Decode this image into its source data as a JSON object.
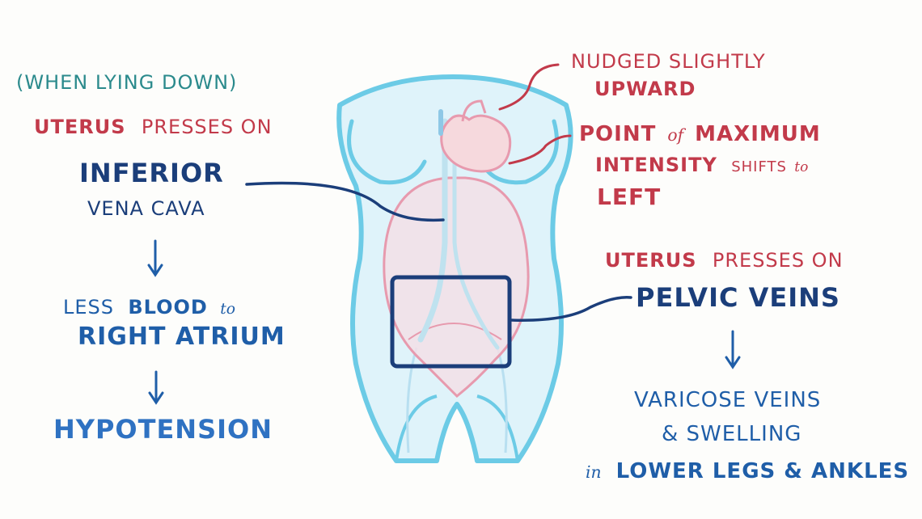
{
  "left": {
    "note": "(WHEN LYING DOWN)",
    "uterus": "UTERUS",
    "presses_on": "PRESSES ON",
    "vessel_line1": "INFERIOR",
    "vessel_line2": "VENA CAVA",
    "less": "LESS",
    "blood": "BLOOD",
    "to": "to",
    "right_atrium": "RIGHT ATRIUM",
    "hypotension": "HYPOTENSION"
  },
  "top_right": {
    "line1": "NUDGED SLIGHTLY",
    "line2": "UPWARD",
    "point": "POINT",
    "of": "of",
    "maximum": "MAXIMUM",
    "intensity": "INTENSITY",
    "shifts": "SHIFTS",
    "to": "to",
    "left": "LEFT"
  },
  "bottom_right": {
    "uterus": "UTERUS",
    "presses_on": "PRESSES ON",
    "pelvic_veins": "PELVIC VEINS",
    "varicose": "VARICOSE VEINS",
    "swelling": "& SWELLING",
    "in": "in",
    "lower_legs": "LOWER LEGS & ANKLES"
  },
  "colors": {
    "teal": "#2b8a8c",
    "red": "#c23a4a",
    "blue": "#1f5ea8",
    "navy": "#1b3e7a",
    "body_fill": "#dff3fa",
    "body_outline": "#6ccbe6",
    "uterus_fill": "#f3dfe6",
    "uterus_outline": "#e79aae"
  },
  "icons": {
    "heart": "heart-illustration",
    "torso": "pregnant-torso-illustration",
    "arrow": "down-arrow-icon"
  }
}
